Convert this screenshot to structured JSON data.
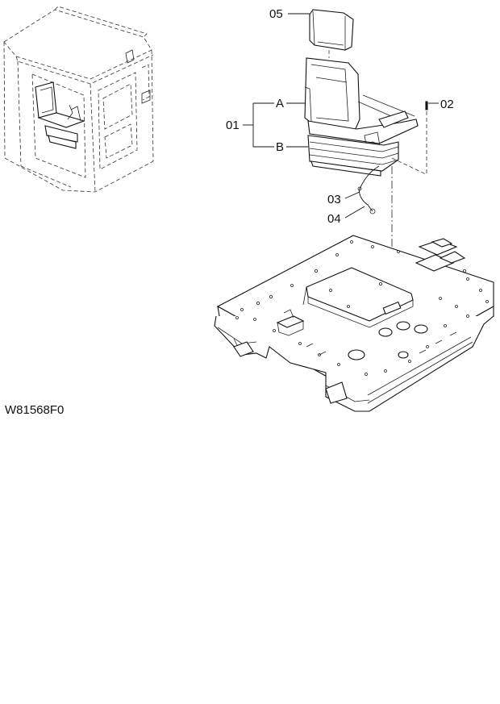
{
  "figure_code": "W81568F0",
  "callouts": {
    "part_01": "01",
    "part_02": "02",
    "part_03": "03",
    "part_04": "04",
    "part_05": "05",
    "sub_a": "A",
    "sub_b": "B"
  }
}
